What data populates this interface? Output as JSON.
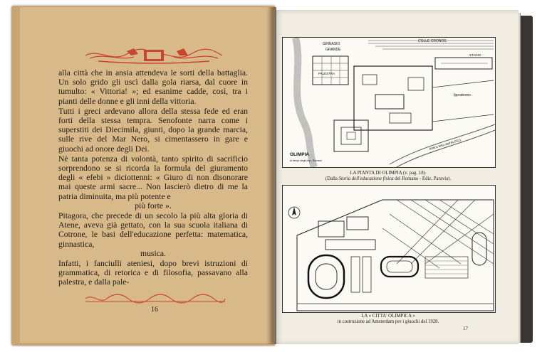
{
  "left_page": {
    "paragraphs": [
      "alla città che in ansia attendeva le sorti della battaglia. Un solo grido gli uscì dalla gola riarsa, dal cuore in tumulto: « Vittoria! »; ed esanime cadde, così, tra i pianti delle donne e gli inni della vittoria.",
      "Tutti i greci ardevano allora della stessa fede ed eran forti della stessa tempra. Senofonte narra come i superstiti dei Diecimila, giunti, dopo la grande marcia, sulle rive del Mar Nero, si cimentassero in gare e giuochi ad onore degli Dei.",
      "Nè tanta potenza di volontà, tanto spirito di sacrificio sorprendono se si ricorda la formula del giuramento degli « efebi » diciottenni: « Giuro di non disonorare mai queste armi sacre... Non lascierò dietro di me la patria diminuita, ma più potente e",
      "più forte ».",
      "Pitagora, che precede di un secolo la più alta gloria di Atene, aveva già gettato, con la sua scuola italiana di Cotrone, le basi dell'educazione perfetta: matematica, ginnastica,",
      "musica.",
      "Infatti, i fanciulli ateniesi, dopo brevi istruzioni di grammatica, di retorica e di filosofia, passavano alla palestra, e dalla pale-"
    ],
    "page_number": "16"
  },
  "right_page": {
    "map_top_labels": {
      "ginnasio": "GINNASIO",
      "grande": "GRANDE",
      "colle": "COLLE   CRONOS",
      "stadio": "STADIO",
      "ippodromo": "Ippodromo",
      "olimpia": "OLIMPIA",
      "olimpia_sub": "ai tempi degli imp. Romani",
      "palestra": "PALESTRA",
      "alfeo": "Antico letto dell'ALFEO"
    },
    "caption_top_line1": "LA PIANTA DI OLIMPIA (v. pag. 18).",
    "caption_top_line2_pre": "(Dalla ",
    "caption_top_line2_italic": "Storia dell'educazione fisica",
    "caption_top_line2_post": " del Romano - Ediz. Paravia).",
    "caption_bottom_line1": "LA « CITTA' OLIMPICA »",
    "caption_bottom_line2": "in costruzione ad Amsterdam per i giuochi del 1928.",
    "page_number": "17"
  },
  "colors": {
    "left_paper": "#d8b98a",
    "right_paper": "#f1ede3",
    "ornament_red": "#c8452e",
    "ink": "#1f1912"
  }
}
